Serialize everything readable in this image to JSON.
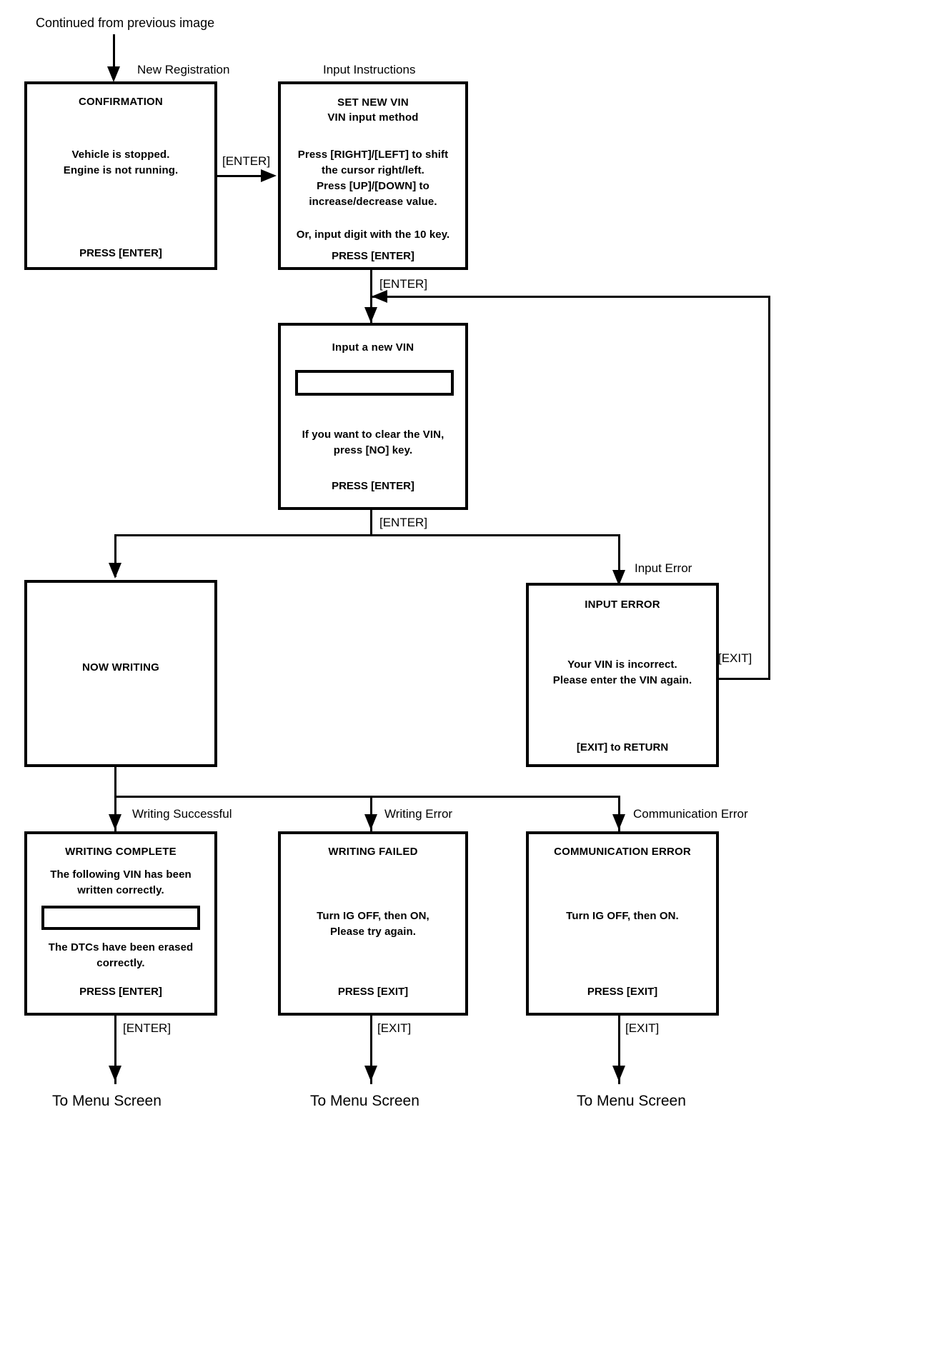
{
  "diagram": {
    "top_note": "Continued from previous image",
    "captions": {
      "new_registration": "New Registration",
      "input_instructions": "Input Instructions",
      "input_error": "Input Error",
      "writing_successful": "Writing Successful",
      "writing_error": "Writing Error",
      "communication_error": "Communication Error"
    },
    "edge_labels": {
      "confirm_to_instructions": "[ENTER]",
      "instructions_to_vin": "[ENTER]",
      "vin_to_branch": "[ENTER]",
      "error_exit": "[EXIT]",
      "complete_to_menu": "[ENTER]",
      "failed_to_menu": "[EXIT]",
      "comm_error_to_menu": "[EXIT]"
    },
    "terminals": {
      "menu_left": "To Menu Screen",
      "menu_center": "To Menu Screen",
      "menu_right": "To Menu Screen"
    },
    "screens": {
      "confirmation": {
        "title": "CONFIRMATION",
        "body": [
          "Vehicle is stopped.",
          "Engine is not running."
        ],
        "footer": "PRESS [ENTER]"
      },
      "set_new_vin": {
        "title_line1": "SET NEW VIN",
        "title_line2": "VIN input method",
        "body_block1": [
          "Press [RIGHT]/[LEFT] to shift",
          "the cursor right/left.",
          "Press [UP]/[DOWN] to",
          "increase/decrease value."
        ],
        "body_block2": [
          "Or, input digit with the 10 key."
        ],
        "footer": "PRESS [ENTER]"
      },
      "input_new_vin": {
        "title": "Input a new VIN",
        "field_value": "",
        "body": [
          "If you want to clear the VIN,",
          "press [NO] key."
        ],
        "footer": "PRESS [ENTER]"
      },
      "now_writing": {
        "title": "NOW WRITING"
      },
      "input_error": {
        "title": "INPUT ERROR",
        "body": [
          "Your VIN is incorrect.",
          "Please enter the VIN again."
        ],
        "footer": "[EXIT] to RETURN"
      },
      "writing_complete": {
        "title": "WRITING COMPLETE",
        "body_top": [
          "The following VIN has been",
          "written correctly."
        ],
        "field_value": "",
        "body_bottom": [
          "The DTCs have been erased",
          "correctly."
        ],
        "footer": "PRESS [ENTER]"
      },
      "writing_failed": {
        "title": "WRITING FAILED",
        "body": [
          "Turn IG OFF, then ON,",
          "Please try again."
        ],
        "footer": "PRESS [EXIT]"
      },
      "communication_error": {
        "title": "COMMUNICATION ERROR",
        "body": [
          "Turn IG OFF, then ON."
        ],
        "footer": "PRESS [EXIT]"
      }
    },
    "colors": {
      "stroke": "#000000",
      "background": "#ffffff"
    }
  }
}
